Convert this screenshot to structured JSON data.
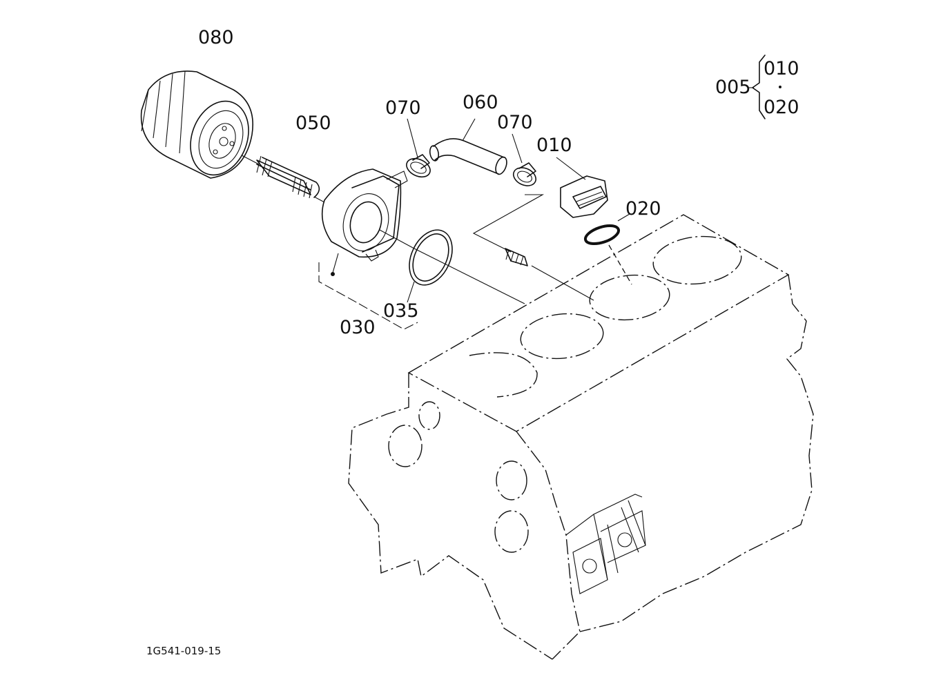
{
  "labels": {
    "p005": "005",
    "p010_legend": "010",
    "p020_legend": "020",
    "p080": "080",
    "p050": "050",
    "p070_left": "070",
    "p060": "060",
    "p070_right": "070",
    "p010": "010",
    "p020": "020",
    "p035": "035",
    "p030": "030"
  },
  "reference_code": "1G541-019-15"
}
